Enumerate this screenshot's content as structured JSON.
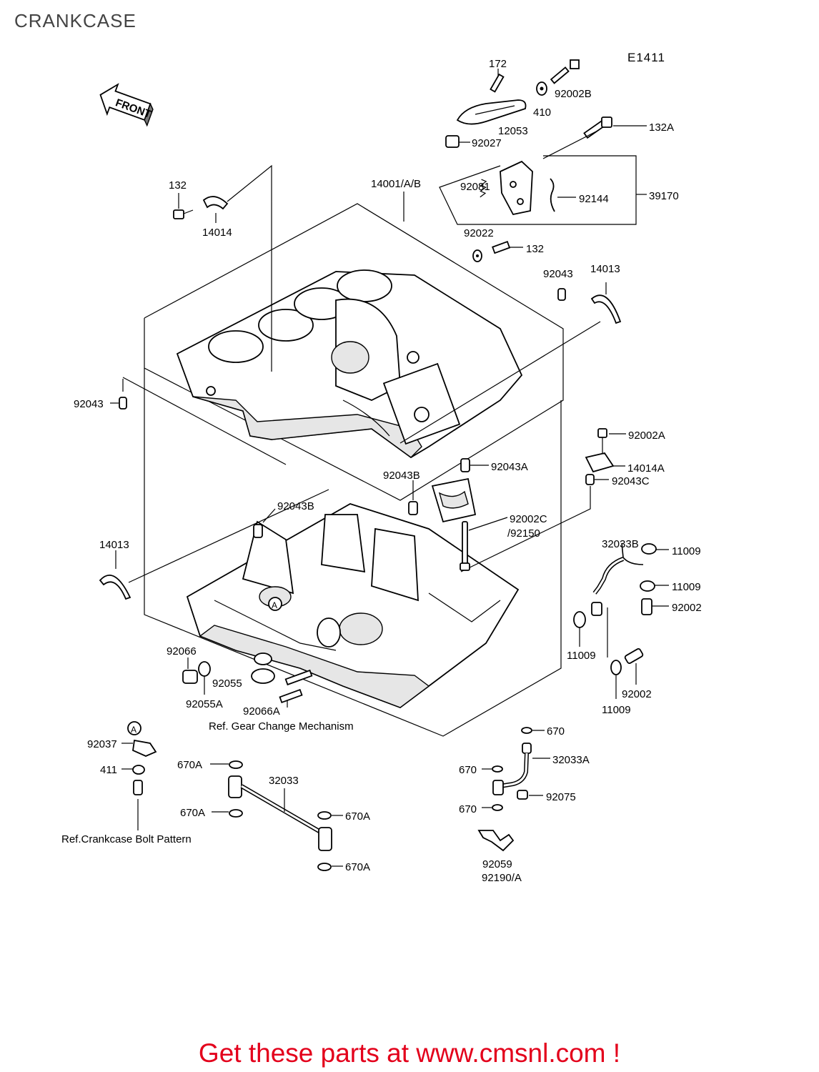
{
  "title": "CRANKCASE",
  "diagram_code": "E1411",
  "front_label": "FRONT",
  "parts": {
    "p172": "172",
    "p92002B": "92002B",
    "p410": "410",
    "p12053": "12053",
    "p92027": "92027",
    "p132A": "132A",
    "p14001AB": "14001/A/B",
    "p92081": "92081",
    "p92144": "92144",
    "p39170": "39170",
    "p132_top": "132",
    "p14014": "14014",
    "p92022": "92022",
    "p132_mid": "132",
    "p92043_top": "92043",
    "p14013_top": "14013",
    "p92043_left": "92043",
    "p92002A": "92002A",
    "p92043A": "92043A",
    "p14014A": "14014A",
    "p92043B_1": "92043B",
    "p92043C": "92043C",
    "p92043B_2": "92043B",
    "p92002C": "92002C",
    "p92150": "/92150",
    "p32033B": "32033B",
    "p14013_left": "14013",
    "p11009_1": "11009",
    "p11009_2": "11009",
    "p92002_1": "92002",
    "p11009_3": "11009",
    "p92066": "92066",
    "p92055": "92055",
    "p92055A": "92055A",
    "p92066A": "92066A",
    "p92002_2": "92002",
    "p11009_4": "11009",
    "p92037": "92037",
    "p411": "411",
    "p670A_1": "670A",
    "p32033": "32033",
    "p670A_2": "670A",
    "p670A_3": "670A",
    "p670A_4": "670A",
    "p670_1": "670",
    "p32033A": "32033A",
    "p670_2": "670",
    "p92075": "92075",
    "p670_3": "670",
    "p92059": "92059",
    "p92190A": "92190/A"
  },
  "references": {
    "gear_change": "Ref. Gear Change Mechanism",
    "bolt_pattern": "Ref.Crankcase Bolt Pattern",
    "callout_a": "A"
  },
  "promo": {
    "text": "Get these parts at www.cmsnl.com !"
  },
  "colors": {
    "promo": "#e3001b",
    "line": "#000000",
    "title": "#444444"
  }
}
